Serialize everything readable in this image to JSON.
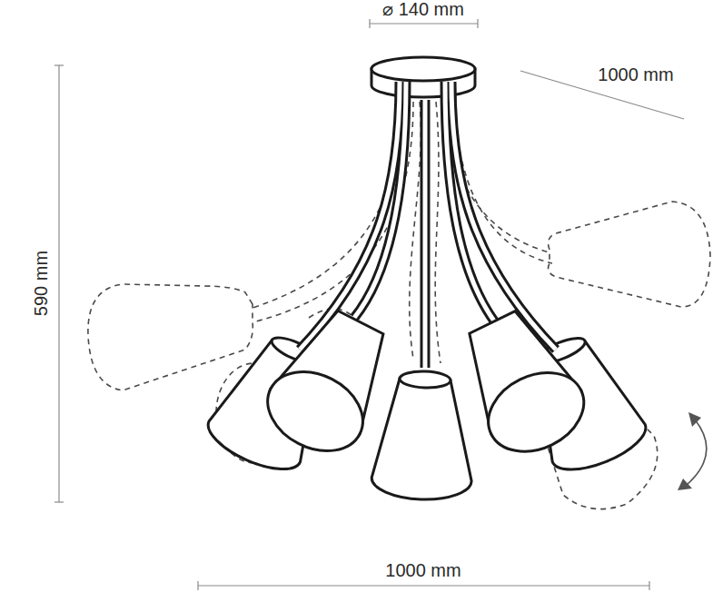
{
  "diagram": {
    "labels": [
      "⌀ 140 mm",
      "1000 mm",
      "590 mm",
      "1000 mm"
    ]
  }
}
